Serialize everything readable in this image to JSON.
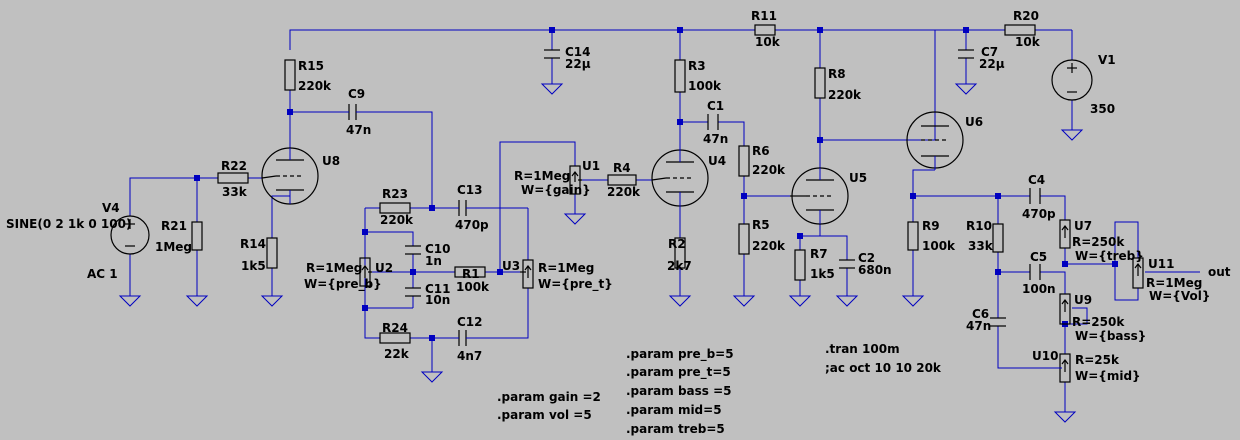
{
  "components": {
    "R15": {
      "ref": "R15",
      "value": "220k"
    },
    "R22": {
      "ref": "R22",
      "value": "33k"
    },
    "R21": {
      "ref": "R21",
      "value": "1Meg"
    },
    "R14": {
      "ref": "R14",
      "value": "1k5"
    },
    "R23": {
      "ref": "R23",
      "value": "220k"
    },
    "R24": {
      "ref": "R24",
      "value": "22k"
    },
    "R1": {
      "ref": "R1",
      "value": "100k"
    },
    "R4": {
      "ref": "R4",
      "value": "220k"
    },
    "R3": {
      "ref": "R3",
      "value": "100k"
    },
    "R2": {
      "ref": "R2",
      "value": "2k7"
    },
    "R11": {
      "ref": "R11",
      "value": "10k"
    },
    "R8": {
      "ref": "R8",
      "value": "220k"
    },
    "R6": {
      "ref": "R6",
      "value": "220k"
    },
    "R5": {
      "ref": "R5",
      "value": "220k"
    },
    "R7": {
      "ref": "R7",
      "value": "1k5"
    },
    "R20": {
      "ref": "R20",
      "value": "10k"
    },
    "R9": {
      "ref": "R9",
      "value": "100k"
    },
    "R10": {
      "ref": "R10",
      "value": "33k"
    },
    "C9": {
      "ref": "C9",
      "value": "47n"
    },
    "C14": {
      "ref": "C14",
      "value": "22µ"
    },
    "C13": {
      "ref": "C13",
      "value": "470p"
    },
    "C10": {
      "ref": "C10",
      "value": "1n"
    },
    "C11": {
      "ref": "C11",
      "value": "10n"
    },
    "C12": {
      "ref": "C12",
      "value": "4n7"
    },
    "C1": {
      "ref": "C1",
      "value": "47n"
    },
    "C2": {
      "ref": "C2",
      "value": "680n"
    },
    "C7": {
      "ref": "C7",
      "value": "22µ"
    },
    "C4": {
      "ref": "C4",
      "value": "470p"
    },
    "C5": {
      "ref": "C5",
      "value": "100n"
    },
    "C6": {
      "ref": "C6",
      "value": "47n"
    },
    "V1": {
      "ref": "V1",
      "value": "350"
    },
    "V4": {
      "ref": "V4",
      "value": "SINE(0 2 1k 0 100)",
      "ac": "AC 1"
    },
    "U1": {
      "ref": "U1",
      "r": "R=1Meg",
      "w": "W={gain}"
    },
    "U2": {
      "ref": "U2",
      "r": "R=1Meg",
      "w": "W={pre_b}"
    },
    "U3": {
      "ref": "U3",
      "r": "R=1Meg",
      "w": "W={pre_t}"
    },
    "U7": {
      "ref": "U7",
      "r": "R=250k",
      "w": "W={treb}"
    },
    "U9": {
      "ref": "U9",
      "r": "R=250k",
      "w": "W={bass}"
    },
    "U10": {
      "ref": "U10",
      "r": "R=25k",
      "w": "W={mid}"
    },
    "U11": {
      "ref": "U11",
      "r": "R=1Meg",
      "w": "W={Vol}"
    },
    "U4": {
      "ref": "U4"
    },
    "U5": {
      "ref": "U5"
    },
    "U6": {
      "ref": "U6"
    },
    "U8": {
      "ref": "U8"
    }
  },
  "net_labels": {
    "out": "out"
  },
  "directives": {
    "gain": ".param gain =2",
    "vol": ".param vol =5",
    "pre_b": ".param pre_b=5",
    "pre_t": ".param pre_t=5",
    "bass": ".param bass =5",
    "mid": ".param mid=5",
    "treb": ".param treb=5",
    "tran": ".tran 100m",
    "ac": ";ac oct 10 10 20k"
  },
  "colors": {
    "background": "#c0c0c0",
    "wire": "#0000c0",
    "symbol": "#000000"
  }
}
